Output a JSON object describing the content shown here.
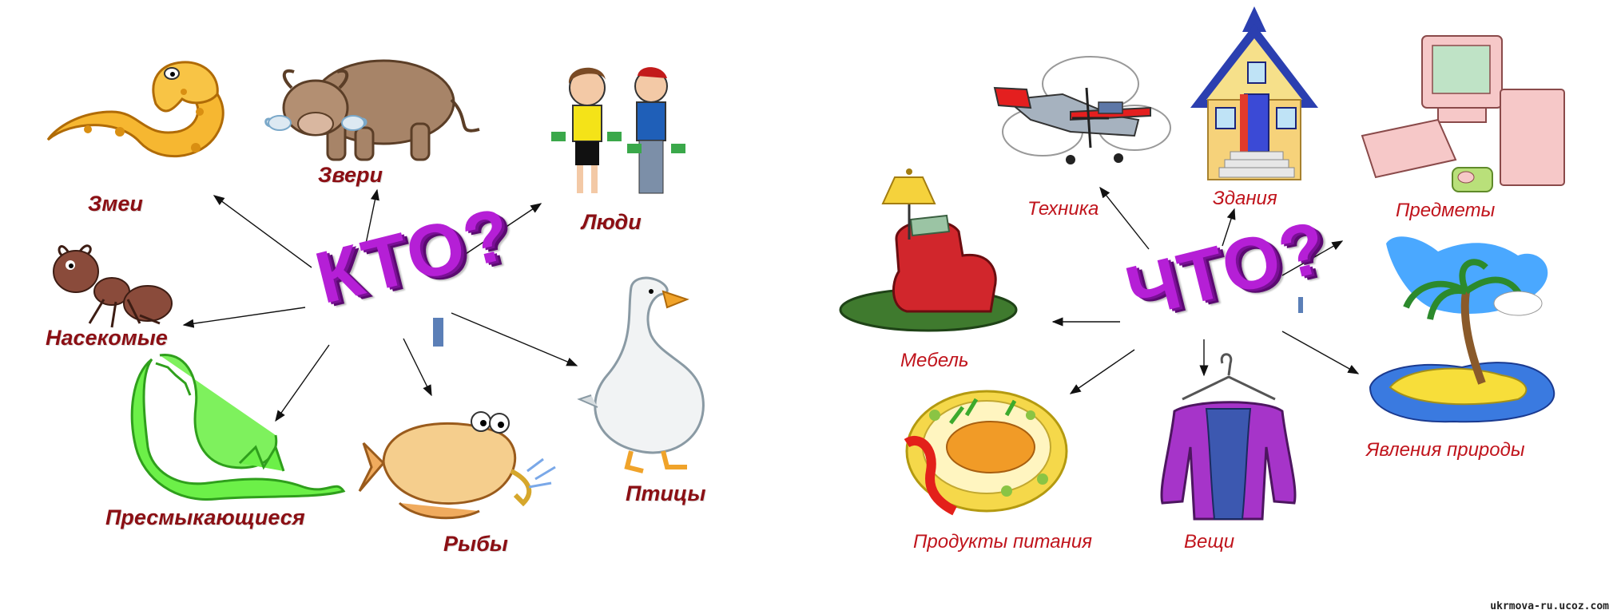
{
  "left_diagram": {
    "center": "КТО?",
    "labels": {
      "snakes": "Змеи",
      "beasts": "Звери",
      "people": "Люди",
      "insects": "Насекомые",
      "reptiles": "Пресмыкающиеся",
      "fish": "Рыбы",
      "birds": "Птицы"
    }
  },
  "right_diagram": {
    "center": "ЧТО?",
    "labels": {
      "furniture": "Мебель",
      "technology": "Техника",
      "buildings": "Здания",
      "objects": "Предметы",
      "nature": "Явления природы",
      "food": "Продукты питания",
      "things": "Вещи"
    }
  },
  "watermark": "ukrmova-ru.ucoz.com",
  "colors": {
    "center_text": "#b51fd6",
    "left_labels": "#8b0f14",
    "right_labels": "#c0141c",
    "arrows": "#111111"
  },
  "icons": [
    "snake-icon",
    "bull-icon",
    "people-icon",
    "ant-icon",
    "crocodile-icon",
    "fish-icon",
    "goose-icon",
    "armchair-icon",
    "airplane-icon",
    "house-icon",
    "computer-icon",
    "island-icon",
    "food-plate-icon",
    "clothes-hanger-icon"
  ]
}
